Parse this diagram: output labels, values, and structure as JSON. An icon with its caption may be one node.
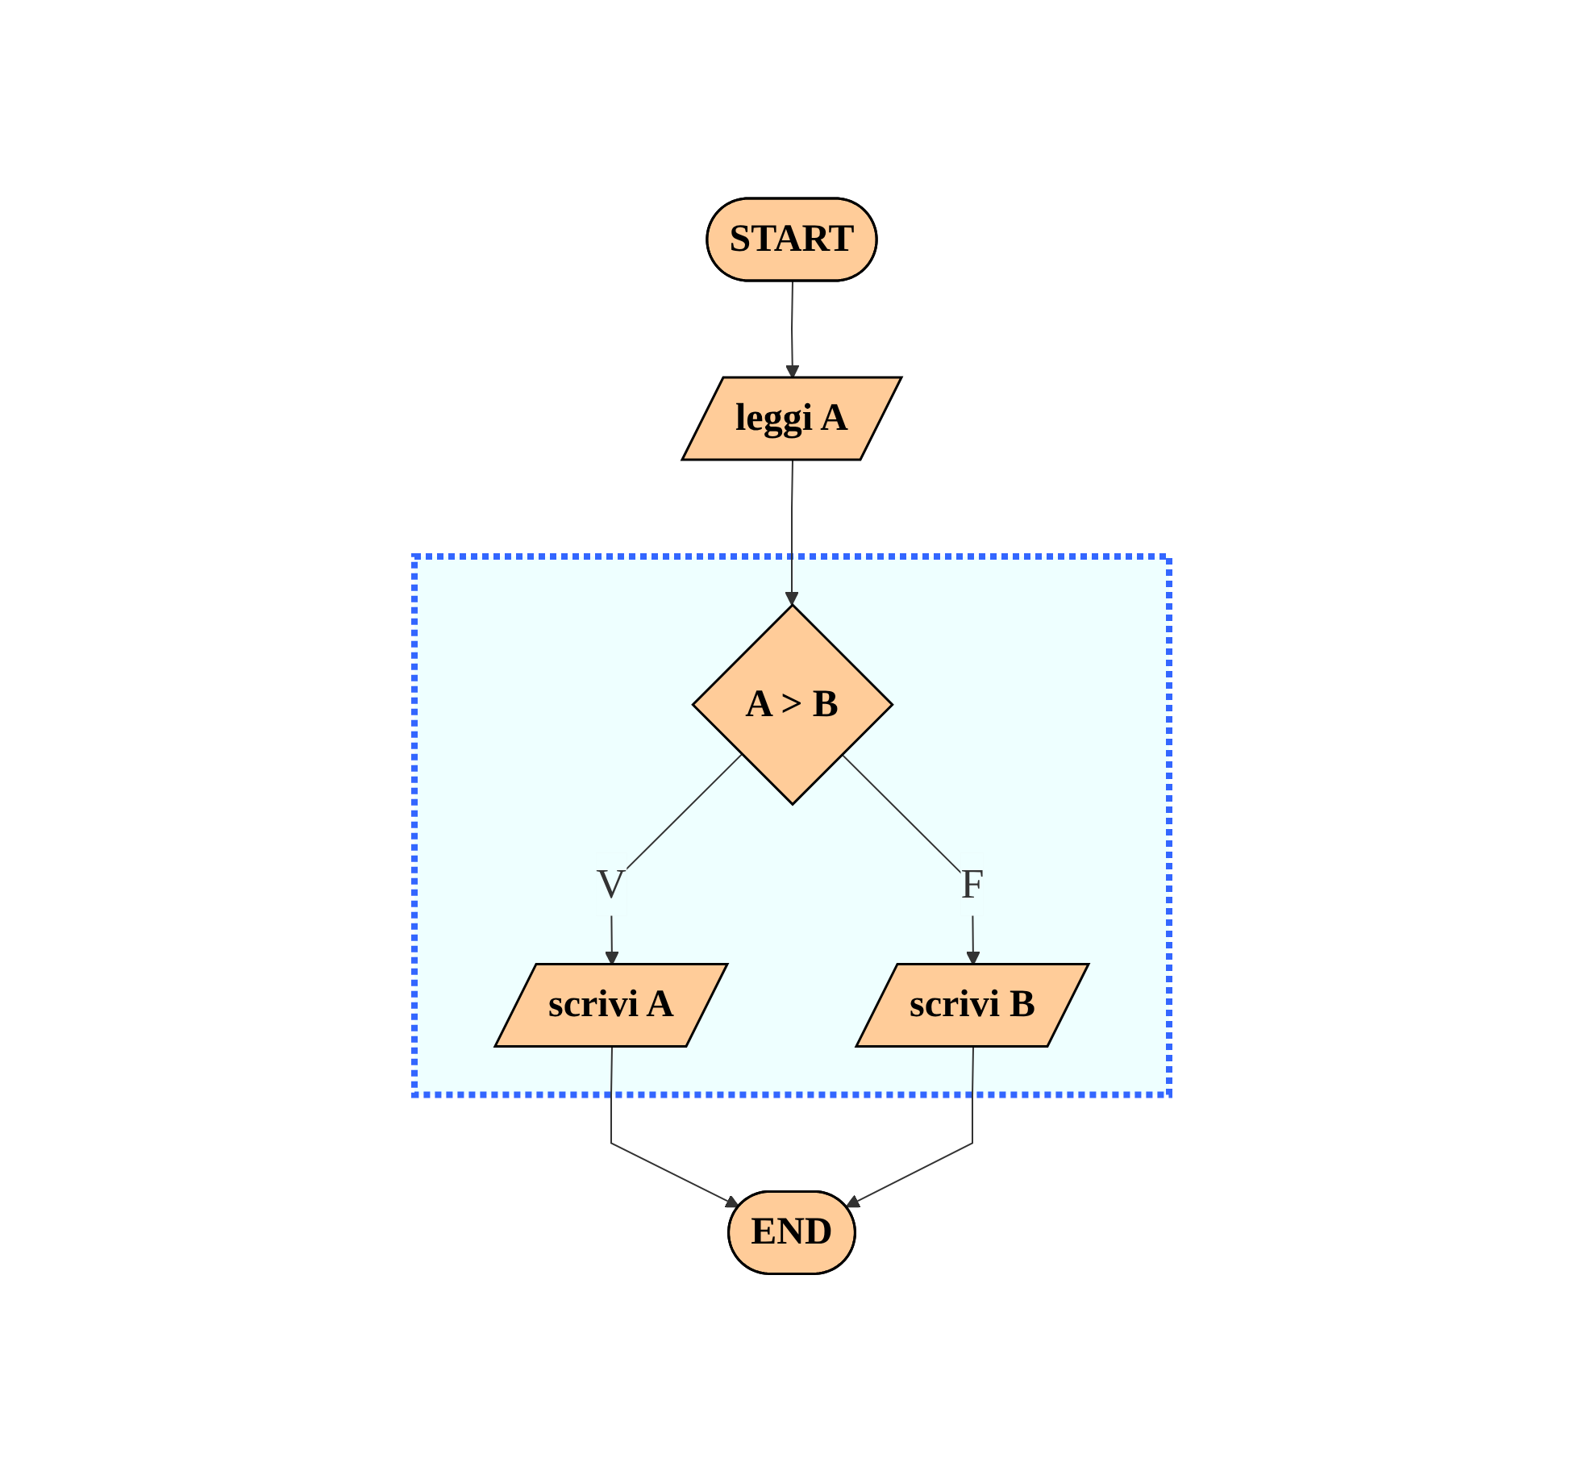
{
  "diagram": {
    "nodes": [
      {
        "text": [
          "START"
        ]
      },
      {
        "text": [
          "leggi A"
        ]
      },
      {
        "text": [],
        "shape": "box"
      },
      {
        "text": [
          "A > B"
        ],
        "in": 2
      },
      {
        "text": [
          "scrivi A"
        ],
        "in": 2
      },
      {
        "text": [
          "scrivi B"
        ],
        "in": 2
      },
      {
        "text": [
          "END"
        ]
      }
    ],
    "edges": [
      {
        "from": 0,
        "to": 1,
        "arrow": "to"
      },
      {
        "from": 1,
        "to": 3,
        "arrow": "to"
      },
      {
        "from": 3,
        "to": 4,
        "arrow": "to",
        "label": "V"
      },
      {
        "from": 3,
        "to": 5,
        "arrow": "to",
        "label": "F"
      },
      {
        "from": 4,
        "to": 6,
        "arrow": "to"
      },
      {
        "from": 5,
        "to": 6,
        "arrow": "to"
      }
    ]
  }
}
